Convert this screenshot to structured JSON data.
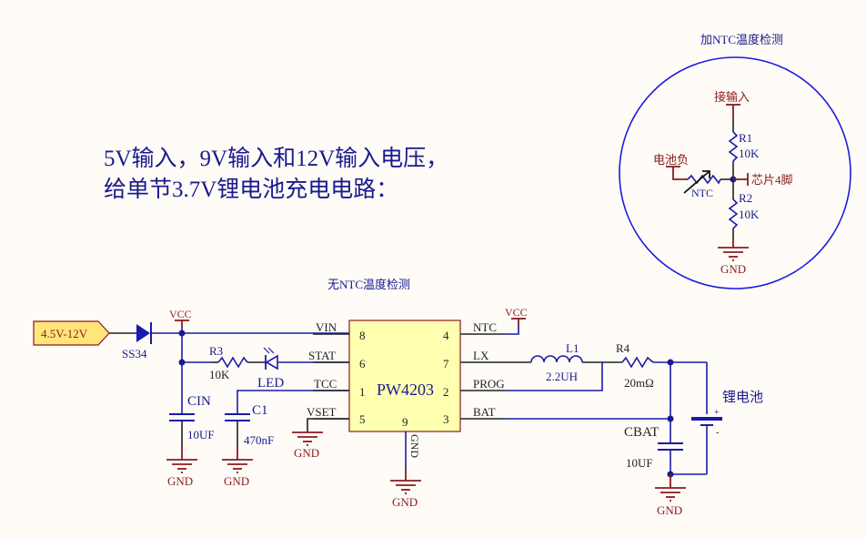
{
  "heading": {
    "line1": "5V输入，9V输入和12V输入电压，",
    "line2": "给单节3.7V锂电池充电电路："
  },
  "main_circuit": {
    "title": "无NTC温度检测",
    "input_port": "4.5V-12V",
    "diode": {
      "ref": "SS34"
    },
    "vcc_labels": [
      "VCC",
      "VCC"
    ],
    "r3": {
      "ref": "R3",
      "value": "10K"
    },
    "led": {
      "ref": "LED"
    },
    "cin": {
      "ref": "CIN",
      "value": "10UF"
    },
    "c1": {
      "ref": "C1",
      "value": "470nF"
    },
    "ic": {
      "name": "PW4203",
      "left_pins": [
        {
          "net": "VIN",
          "num": "8"
        },
        {
          "net": "STAT",
          "num": "6"
        },
        {
          "net": "TCC",
          "num": "1"
        },
        {
          "net": "VSET",
          "num": "5"
        }
      ],
      "right_pins": [
        {
          "net": "NTC",
          "num": "4"
        },
        {
          "net": "LX",
          "num": "7"
        },
        {
          "net": "PROG",
          "num": "2"
        },
        {
          "net": "BAT",
          "num": "3"
        }
      ],
      "bottom_pin": {
        "net": "GND",
        "num": "9"
      }
    },
    "l1": {
      "ref": "L1",
      "value": "2.2UH"
    },
    "r4": {
      "ref": "R4",
      "value": "20mΩ"
    },
    "cbat": {
      "ref": "CBAT",
      "value": "10UF"
    },
    "battery": {
      "label": "锂电池",
      "plus": "+",
      "minus": "-"
    },
    "gnd_label": "GND"
  },
  "ntc_circuit": {
    "title": "加NTC温度检测",
    "input_label": "接输入",
    "battery_neg_label": "电池负",
    "chip_pin_label": "芯片4脚",
    "r1": {
      "ref": "R1",
      "value": "10K"
    },
    "r2": {
      "ref": "R2",
      "value": "10K"
    },
    "ntc": {
      "ref": "NTC"
    },
    "gnd_label": "GND"
  },
  "colors": {
    "wire": "#1a1aa8",
    "text": "#1a1a8c",
    "power": "#8b1a1a",
    "ic_fill": "#ffffb0",
    "port_fill": "#ffe57a"
  }
}
